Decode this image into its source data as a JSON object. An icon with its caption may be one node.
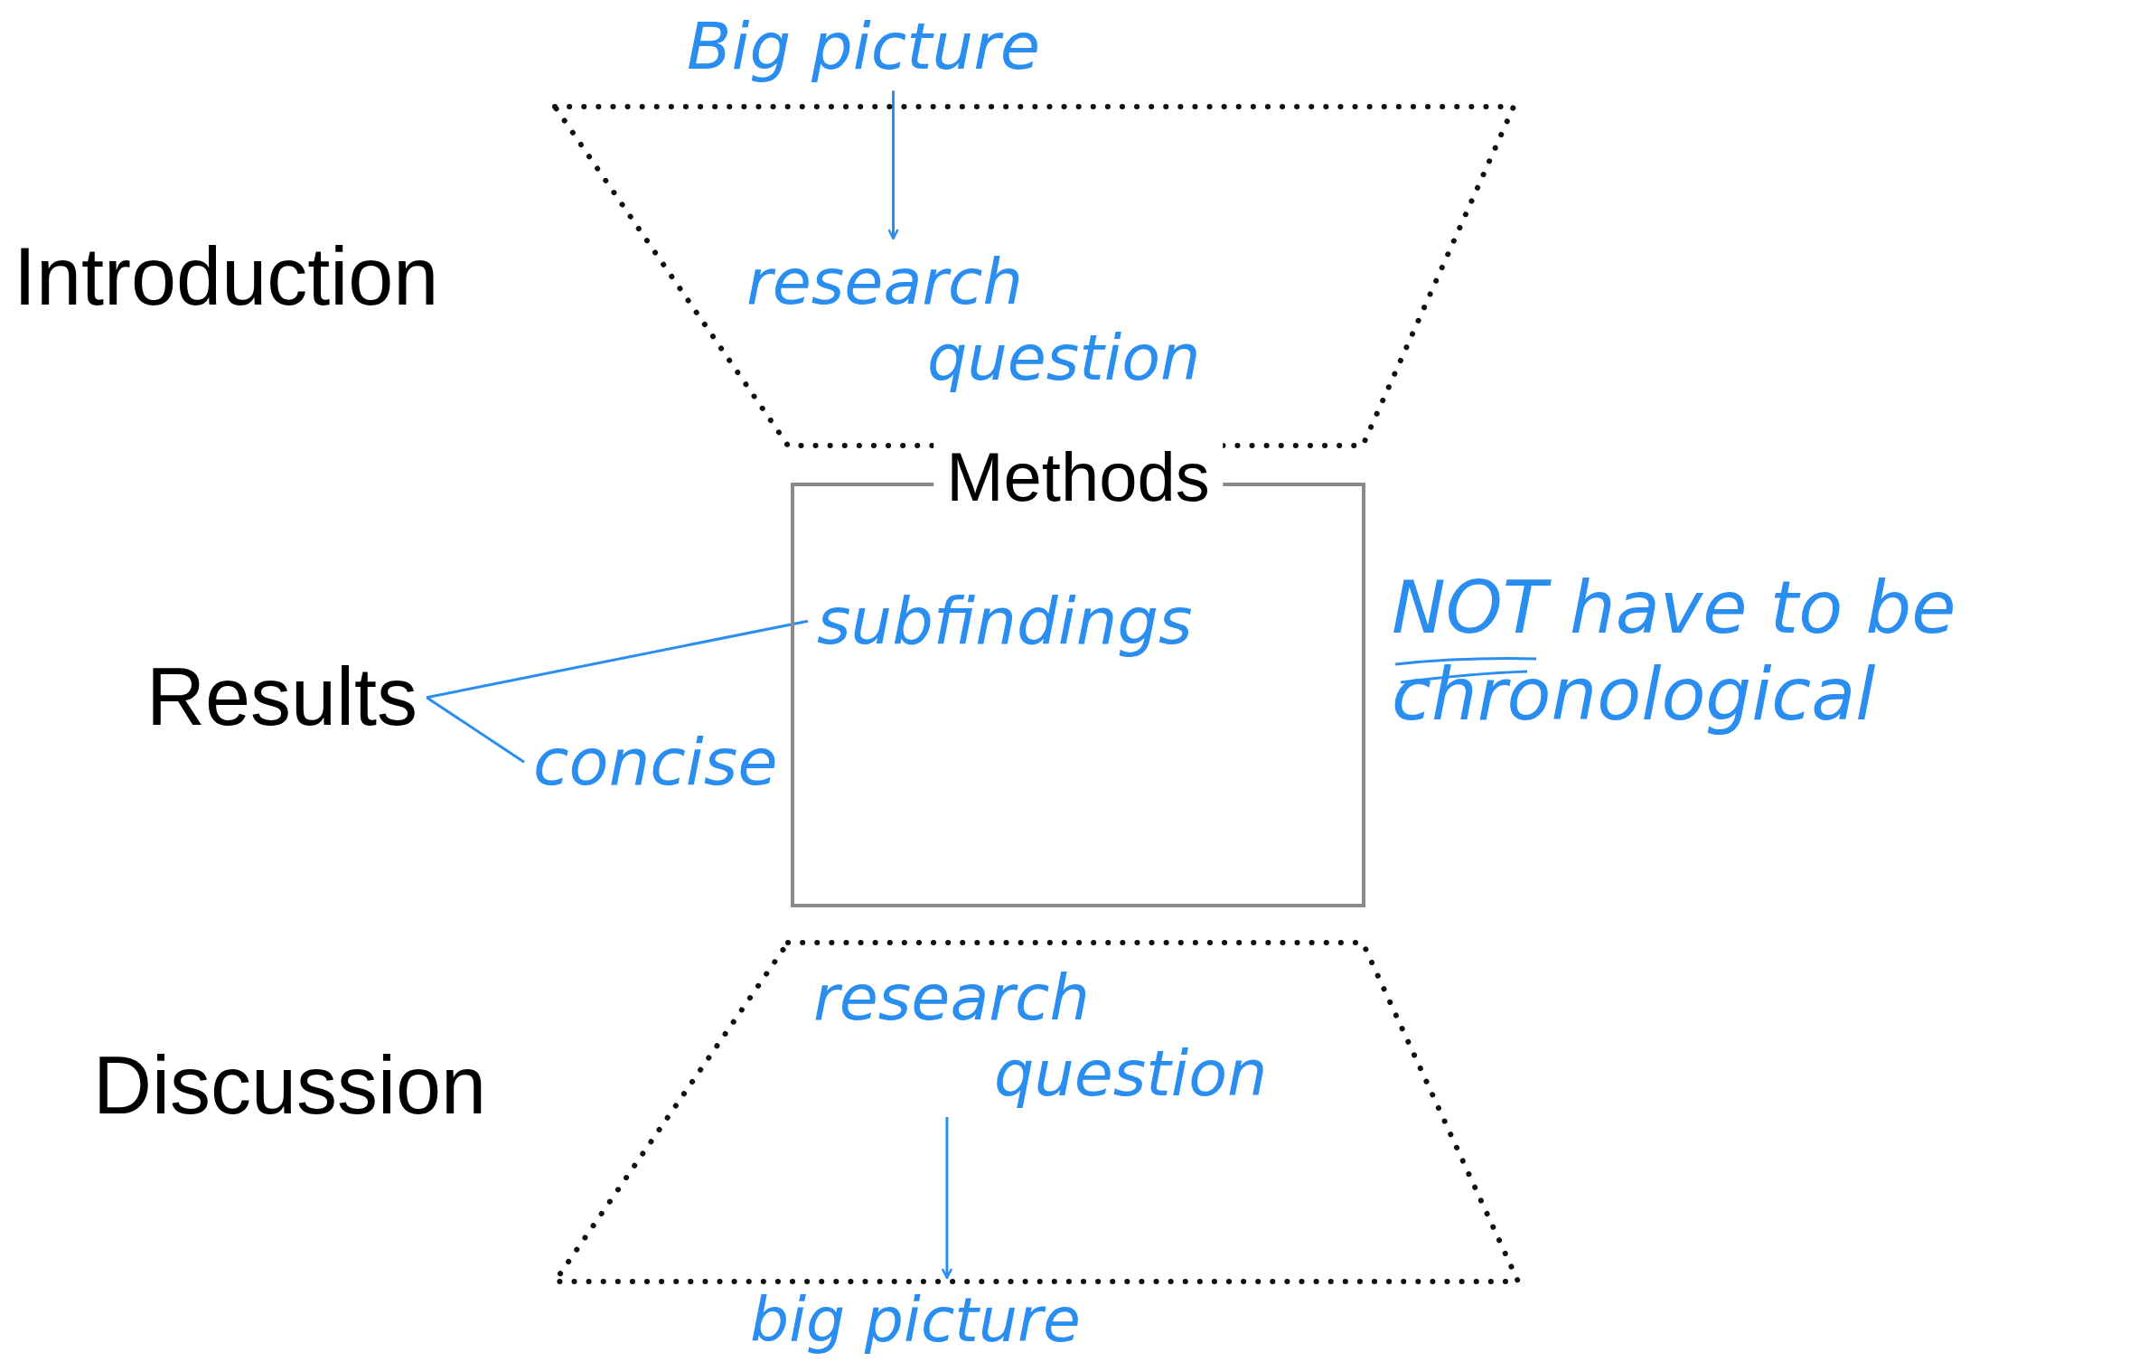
{
  "diagram": {
    "nodes": [
      {
        "text": [],
        "shape": "trapezoid",
        "beside": [
          "Introduction"
        ]
      },
      {
        "text": [
          "Big picture"
        ]
      },
      {
        "text": [
          "research question"
        ],
        "in": 0
      },
      {
        "text": [
          "Methods"
        ]
      },
      {
        "text": [
          "Results"
        ]
      },
      {
        "text": [
          "subfindings"
        ],
        "in": 3
      },
      {
        "text": [
          "concise"
        ]
      },
      {
        "text": [
          "NOT have to be chronological"
        ]
      },
      {
        "text": [],
        "shape": "inverted-trapezoid",
        "beside": [
          "Discussion"
        ]
      },
      {
        "text": [
          "research question"
        ],
        "in": 8
      },
      {
        "text": [
          "big picture"
        ]
      }
    ],
    "edges": [
      {
        "from": 1,
        "to": 2,
        "arrow": "to"
      },
      {
        "from": 4,
        "to": 5,
        "arrow": "none"
      },
      {
        "from": 4,
        "to": 6,
        "arrow": "none"
      },
      {
        "from": 9,
        "to": 10,
        "arrow": "to"
      }
    ]
  }
}
